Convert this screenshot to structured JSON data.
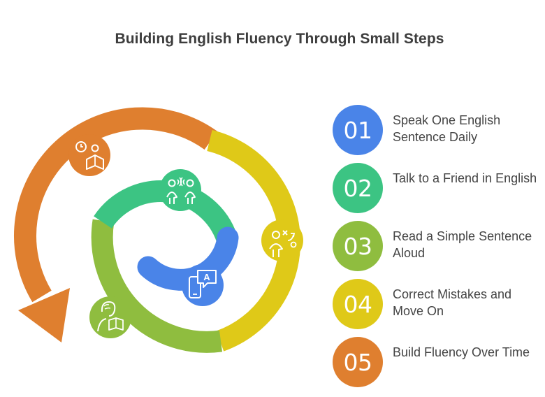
{
  "title": "Building English Fluency Through Small Steps",
  "colors": {
    "step1": "#4a84e8",
    "step2": "#3cc483",
    "step3": "#8fbd3f",
    "step4": "#dfc918",
    "step5": "#df7f2f",
    "text": "#444444",
    "title": "#3d3d3d"
  },
  "steps": [
    {
      "number": "01",
      "label": "Speak One English Sentence Daily",
      "icon": "tablet-translate-icon"
    },
    {
      "number": "02",
      "label": "Talk to a Friend in English",
      "icon": "people-talking-icon"
    },
    {
      "number": "03",
      "label": "Read a Simple Sentence Aloud",
      "icon": "person-reading-icon"
    },
    {
      "number": "04",
      "label": "Correct Mistakes and Move On",
      "icon": "person-strategy-icon"
    },
    {
      "number": "05",
      "label": "Build Fluency Over Time",
      "icon": "clock-reading-icon"
    }
  ]
}
